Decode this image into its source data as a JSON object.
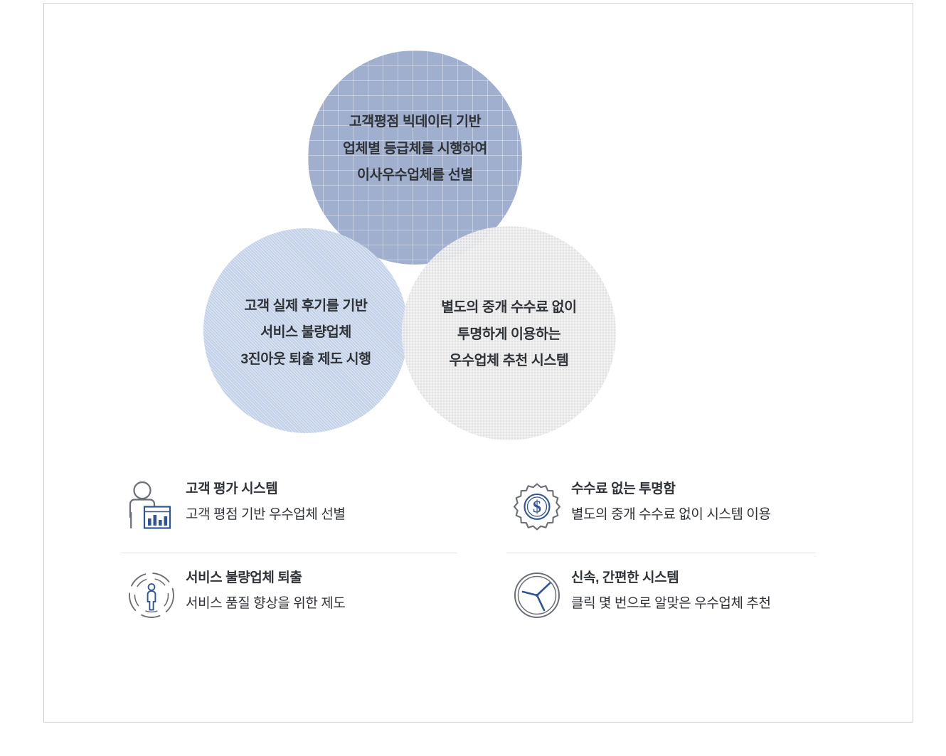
{
  "theme": {
    "frame_border": "#cfcfcf",
    "text_color": "#2f3338",
    "accent_blue": "#2f5597",
    "icon_gray": "#6b6f76",
    "divider": "#e2e2e2"
  },
  "venn": {
    "circles": [
      {
        "id": "top",
        "icon_name": "circle-top-shape",
        "fill": "#9fafcd",
        "texture": "grid",
        "lines": [
          "고객평점 빅데이터 기반",
          "업체별 등급체를 시행하여",
          "이사우수업체를 선별"
        ]
      },
      {
        "id": "left",
        "icon_name": "circle-left-shape",
        "fill": "#c2d1e8",
        "texture": "diagonal-stripes",
        "lines": [
          "고객 실제 후기를 기반",
          "서비스 불량업체",
          "3진아웃 퇴출 제도 시행"
        ]
      },
      {
        "id": "right",
        "icon_name": "circle-right-shape",
        "fill": "#dedede",
        "texture": "mesh",
        "lines": [
          "별도의 중개 수수료 없이",
          "투명하게 이용하는",
          "우수업체 추천 시스템"
        ]
      }
    ]
  },
  "features": [
    {
      "icon": "person-bar-chart-icon",
      "title": "고객 평가 시스템",
      "desc": "고객 평점 기반 우수업체 선별"
    },
    {
      "icon": "gear-dollar-icon",
      "title": "수수료 없는 투명함",
      "desc": "별도의 중개 수수료 없이 시스템 이용"
    },
    {
      "icon": "person-circle-dashed-icon",
      "title": "서비스 불량업체 퇴출",
      "desc": "서비스 품질 향상을 위한 제도"
    },
    {
      "icon": "clock-icon",
      "title": "신속, 간편한 시스템",
      "desc": "클릭 몇 번으로 알맞은 우수업체 추천"
    }
  ]
}
